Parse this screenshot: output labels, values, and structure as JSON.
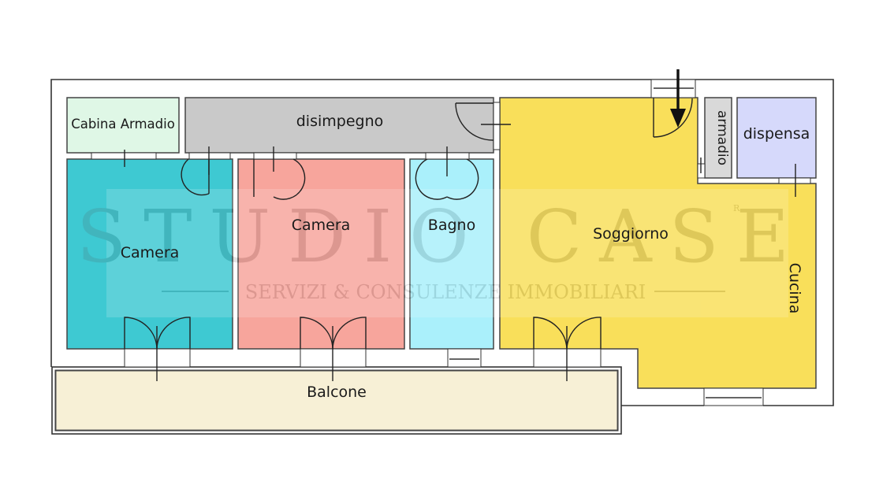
{
  "rooms": {
    "cabina_armadio": {
      "label": "Cabina Armadio",
      "color": "#dff7e6"
    },
    "disimpegno": {
      "label": "disimpegno",
      "color": "#c9c9c9"
    },
    "camera_1": {
      "label": "Camera",
      "color": "#3ec9d2"
    },
    "camera_2": {
      "label": "Camera",
      "color": "#f7a59c"
    },
    "bagno": {
      "label": "Bagno",
      "color": "#aaf0fb"
    },
    "soggiorno": {
      "label": "Soggiorno",
      "color": "#f9df5a"
    },
    "cucina": {
      "label": "Cucina"
    },
    "armadio": {
      "label": "armadio",
      "color": "#d9d9d9"
    },
    "dispensa": {
      "label": "dispensa",
      "color": "#d6d9fb"
    },
    "balcone": {
      "label": "Balcone",
      "color": "#f7f0d6"
    }
  },
  "watermark": {
    "brand": "STUDIO CASE",
    "registered": "R",
    "tagline": "SERVIZI & CONSULENZE IMMOBILIARI"
  },
  "colors": {
    "wall": "#333333",
    "entrance_arrow": "#111111"
  },
  "icons": {
    "entrance": "arrow-down-icon"
  }
}
